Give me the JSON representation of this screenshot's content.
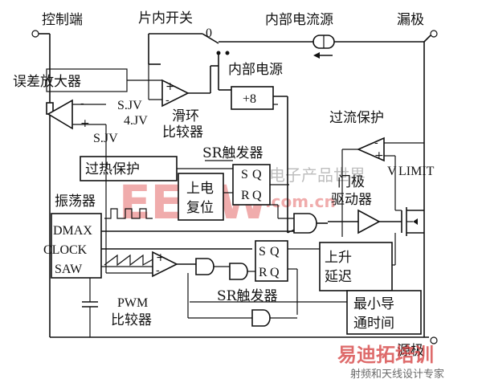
{
  "labels": {
    "control_terminal": "控制端",
    "on_chip_switch": "片内开关",
    "internal_current_source": "内部电流源",
    "drain": "漏极",
    "error_amplifier": "误差放大器",
    "internal_supply": "内部电源",
    "supply_value": "+8",
    "vref_a": "S.JV",
    "vref_b": "4.JV",
    "vref_c": "S.JV",
    "shunt_comparator_1": "滑环",
    "shunt_comparator_2": "比较器",
    "sr_flipflop_top": "SR触发器",
    "overcurrent_protection": "过流保护",
    "over_temp_protection": "过热保护",
    "vlimit_v": "V",
    "vlimit_sub": "LIMIT",
    "power_on_reset_1": "上电",
    "power_on_reset_2": "复位",
    "gate_driver_1": "门极",
    "gate_driver_2": "驱动器",
    "oscillator": "振荡器",
    "dmax": "DMAX",
    "clock": "CLOCK",
    "saw": "SAW",
    "rise_delay_1": "上升",
    "rise_delay_2": "延迟",
    "sr_flipflop_bottom": "SR触发器",
    "min_on_time_1": "最小导",
    "min_on_time_2": "通时间",
    "pwm_comparator_1": "PWM",
    "pwm_comparator_2": "比较器",
    "source": "源极",
    "sq_s": "S",
    "sq_q": "Q",
    "rq_r": "R",
    "rq_q": "Q",
    "switch_mark": "0",
    "plus": "+",
    "minus": "-"
  },
  "watermarks": {
    "site_red": "EEPW",
    "site_cn": "电子产品世界",
    "site_url": ".com.cn",
    "brand": "易迪拓培训",
    "brand_sub": "射频和天线设计专家"
  }
}
